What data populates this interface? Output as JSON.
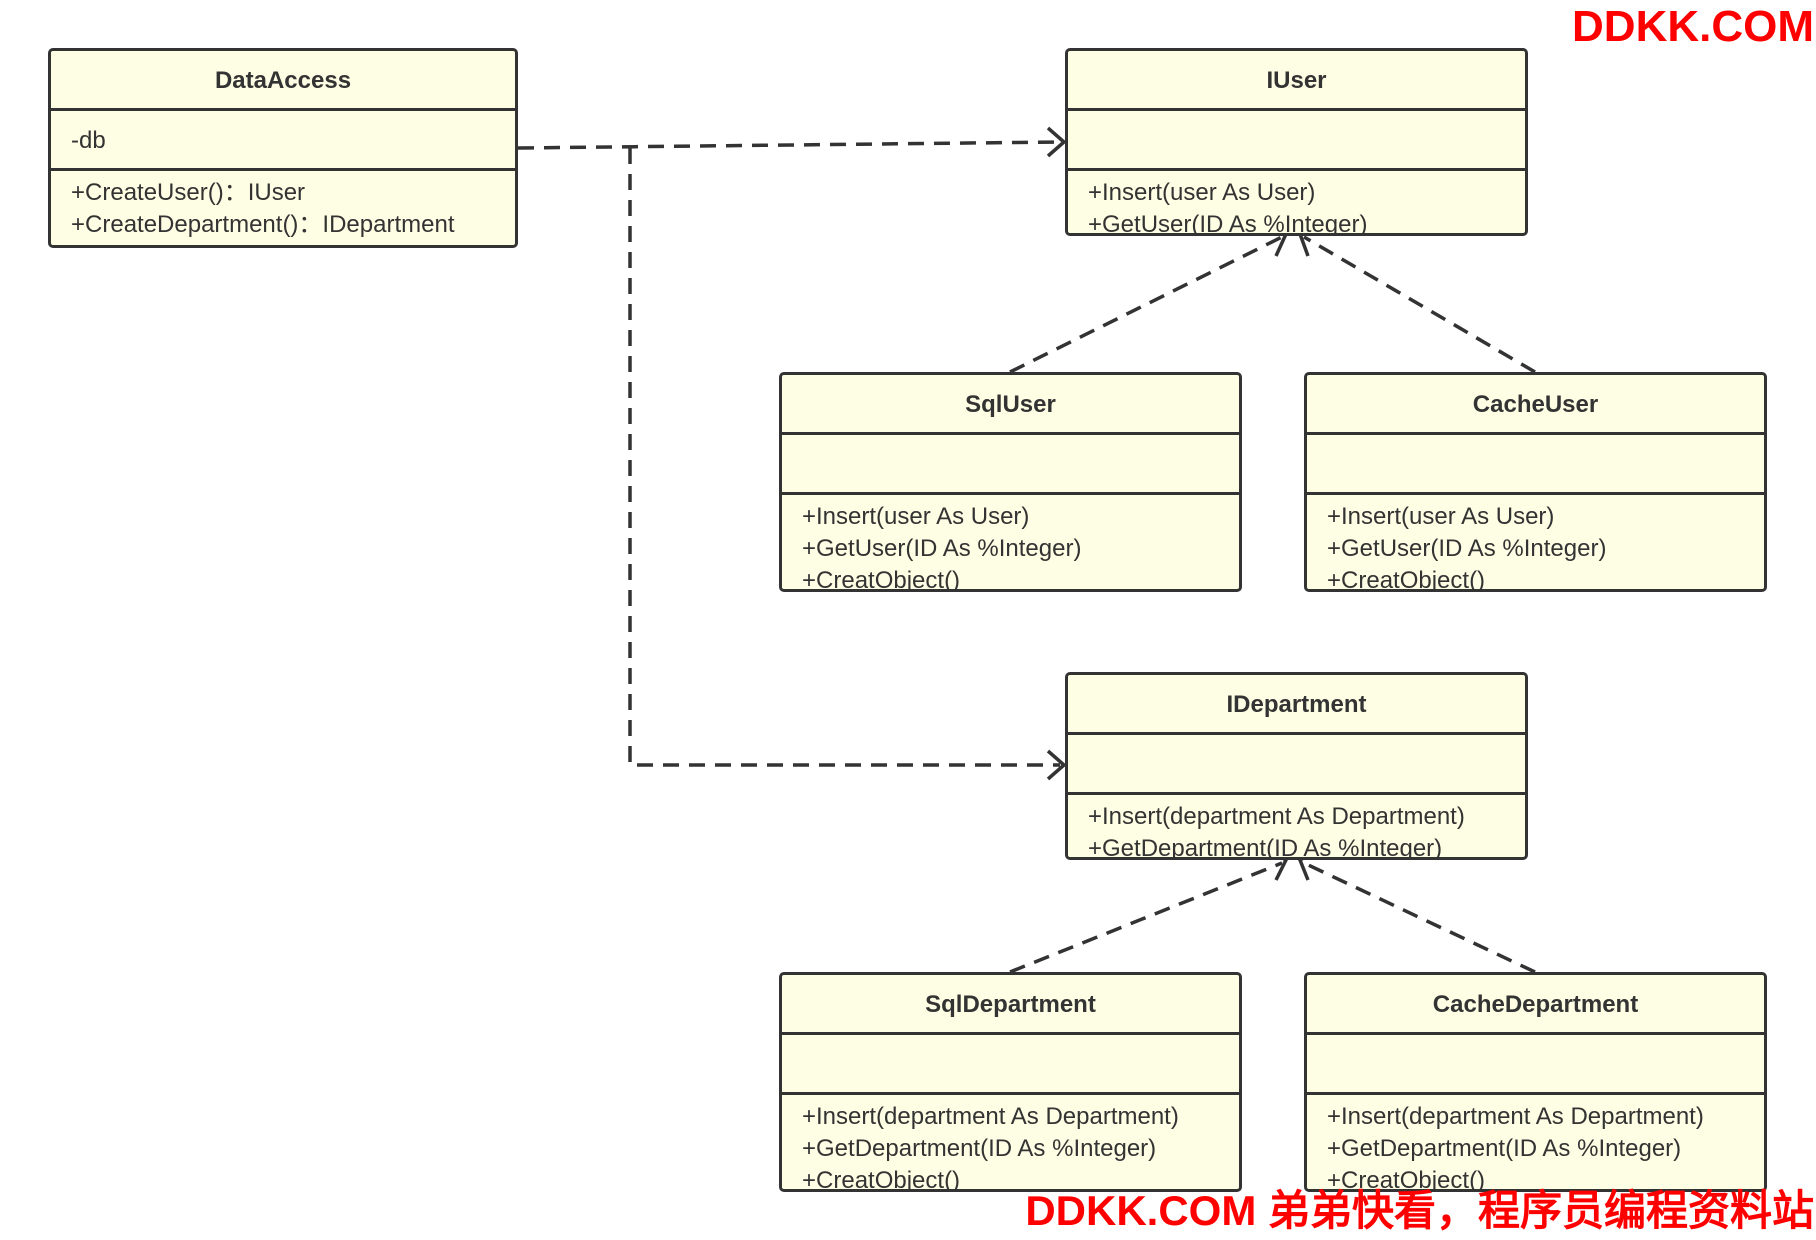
{
  "classes": {
    "dataaccess": {
      "name": "DataAccess",
      "attrs": [
        "-db"
      ],
      "ops": [
        "+CreateUser()：IUser",
        "+CreateDepartment()：IDepartment"
      ]
    },
    "iuser": {
      "name": "IUser",
      "attrs": [],
      "ops": [
        "+Insert(user As User)",
        "+GetUser(ID As %Integer)"
      ]
    },
    "sqluser": {
      "name": "SqlUser",
      "attrs": [],
      "ops": [
        "+Insert(user As User)",
        "+GetUser(ID As %Integer)",
        "+CreatObject()"
      ]
    },
    "cacheuser": {
      "name": "CacheUser",
      "attrs": [],
      "ops": [
        "+Insert(user As User)",
        "+GetUser(ID As %Integer)",
        "+CreatObject()"
      ]
    },
    "idepartment": {
      "name": "IDepartment",
      "attrs": [],
      "ops": [
        "+Insert(department As Department)",
        "+GetDepartment(ID As %Integer)"
      ]
    },
    "sqldepartment": {
      "name": "SqlDepartment",
      "attrs": [],
      "ops": [
        "+Insert(department As Department)",
        "+GetDepartment(ID As %Integer)",
        "+CreatObject()"
      ]
    },
    "cachedepartment": {
      "name": "CacheDepartment",
      "attrs": [],
      "ops": [
        "+Insert(department As Department)",
        "+GetDepartment(ID As %Integer)",
        "+CreatObject()"
      ]
    }
  },
  "relations": [
    {
      "from": "DataAccess",
      "to": "IUser",
      "type": "dependency"
    },
    {
      "from": "DataAccess",
      "to": "IDepartment",
      "type": "dependency"
    },
    {
      "from": "SqlUser",
      "to": "IUser",
      "type": "realization"
    },
    {
      "from": "CacheUser",
      "to": "IUser",
      "type": "realization"
    },
    {
      "from": "SqlDepartment",
      "to": "IDepartment",
      "type": "realization"
    },
    {
      "from": "CacheDepartment",
      "to": "IDepartment",
      "type": "realization"
    }
  ],
  "colors": {
    "box_fill": "#fefee4",
    "stroke": "#333333",
    "watermark": "#ff0000"
  },
  "watermarks": {
    "top": "DDKK.COM",
    "bottom": "DDKK.COM 弟弟快看，程序员编程资料站"
  }
}
